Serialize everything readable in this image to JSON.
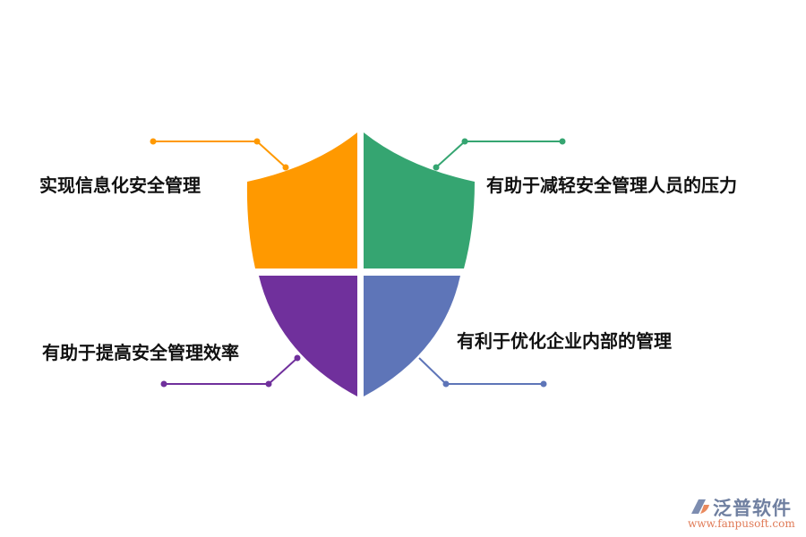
{
  "diagram": {
    "type": "shield-quadrant",
    "quadrants": [
      {
        "id": "top-left",
        "label": "实现信息化安全管理",
        "color": "#FF9900"
      },
      {
        "id": "top-right",
        "label": "有助于减轻安全管理人员的压力",
        "color": "#35A571"
      },
      {
        "id": "bottom-left",
        "label": "有助于提高安全管理效率",
        "color": "#70309C"
      },
      {
        "id": "bottom-right",
        "label": "有利于优化企业内部的管理",
        "color": "#5E75B8"
      }
    ]
  },
  "labels": {
    "top_left": "实现信息化安全管理",
    "top_right": "有助于减轻安全管理人员的压力",
    "bottom_left": "有助于提高安全管理效率",
    "bottom_right": "有利于优化企业内部的管理"
  },
  "logo": {
    "name": "泛普软件",
    "url": "www.fanpusoft.com"
  }
}
